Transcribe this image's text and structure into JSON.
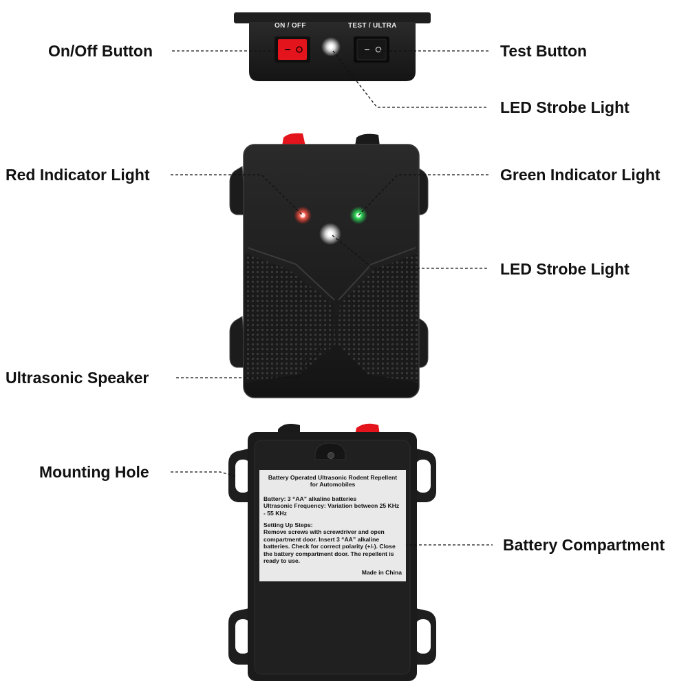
{
  "callouts": {
    "on_off_button": "On/Off Button",
    "test_button": "Test Button",
    "led_strobe_light_top": "LED Strobe Light",
    "red_indicator_light": "Red Indicator Light",
    "green_indicator_light": "Green Indicator Light",
    "led_strobe_light_front": "LED Strobe Light",
    "ultrasonic_speaker": "Ultrasonic Speaker",
    "mounting_hole": "Mounting Hole",
    "battery_compartment": "Battery Compartment"
  },
  "device_top": {
    "left_switch_caption": "ON / OFF",
    "right_switch_caption": "TEST / ULTRA"
  },
  "back_label": {
    "title": "Battery Operated Ultrasonic Rodent Repellent for Automobiles",
    "specs": [
      "Battery: 3 “AA” alkaline batteries",
      "Ultrasonic Frequency: Variation between 25 KHz - 55 KHz"
    ],
    "setup_heading": "Setting Up Steps:",
    "setup_text": "Remove screws with screwdriver and open compartment door. Insert 3 “AA” alkaline batteries. Check for correct polarity (+/-). Close the battery compartment door. The repellent is ready to use.",
    "origin": "Made in China"
  },
  "colors": {
    "device_body": "#1c1c1c",
    "switch_red": "#e3141b",
    "indicator_red": "#ff3b2f",
    "indicator_green": "#2ee05a",
    "strobe_white": "#ffffff",
    "label_bg": "#e9e9e9"
  }
}
